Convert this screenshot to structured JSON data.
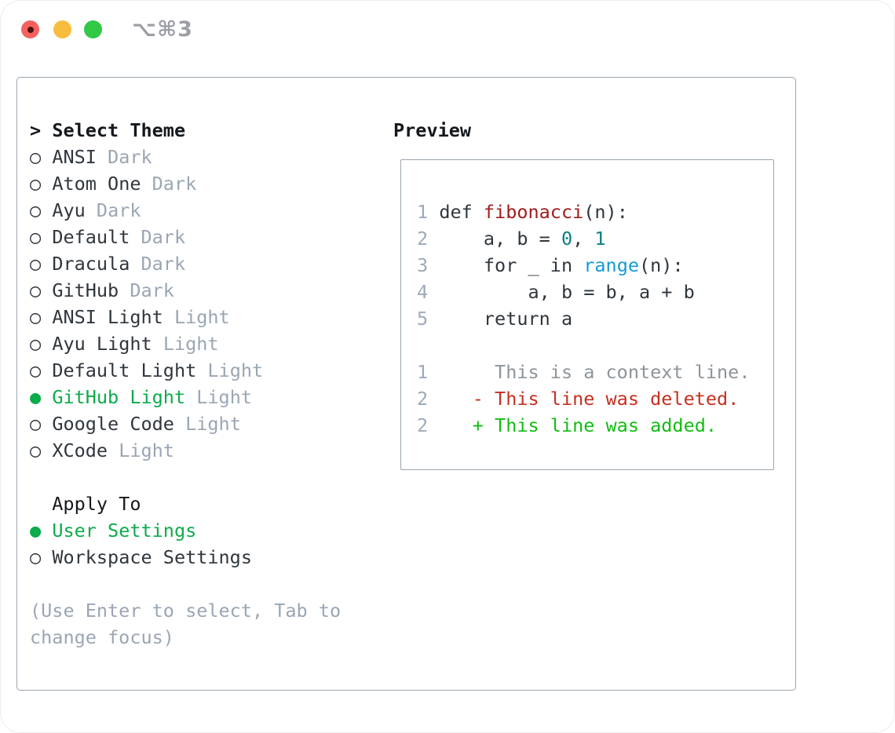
{
  "window": {
    "shortcut_label": "⌥⌘3"
  },
  "icons": {
    "radio_selected": "●",
    "radio_unselected": "○",
    "prompt_arrow": ">"
  },
  "theme_picker": {
    "title": "Select Theme",
    "items": [
      {
        "name": "ANSI",
        "tag": "Dark",
        "selected": false
      },
      {
        "name": "Atom One",
        "tag": "Dark",
        "selected": false
      },
      {
        "name": "Ayu",
        "tag": "Dark",
        "selected": false
      },
      {
        "name": "Default",
        "tag": "Dark",
        "selected": false
      },
      {
        "name": "Dracula",
        "tag": "Dark",
        "selected": false
      },
      {
        "name": "GitHub",
        "tag": "Dark",
        "selected": false
      },
      {
        "name": "ANSI Light",
        "tag": "Light",
        "selected": false
      },
      {
        "name": "Ayu Light",
        "tag": "Light",
        "selected": false
      },
      {
        "name": "Default Light",
        "tag": "Light",
        "selected": false
      },
      {
        "name": "GitHub Light",
        "tag": "Light",
        "selected": true
      },
      {
        "name": "Google Code",
        "tag": "Light",
        "selected": false
      },
      {
        "name": "XCode",
        "tag": "Light",
        "selected": false
      }
    ],
    "apply_to": {
      "title": "Apply To",
      "options": [
        {
          "name": "User Settings",
          "selected": true
        },
        {
          "name": "Workspace Settings",
          "selected": false
        }
      ]
    },
    "hint_lines": [
      "(Use Enter to select, Tab to",
      "change focus)"
    ]
  },
  "preview": {
    "title": "Preview",
    "code_lines": [
      {
        "num": "1",
        "segments": [
          {
            "t": "def ",
            "c": "code"
          },
          {
            "t": "fibonacci",
            "c": "function"
          },
          {
            "t": "(n):",
            "c": "code"
          }
        ]
      },
      {
        "num": "2",
        "segments": [
          {
            "t": "    a, b = ",
            "c": "code"
          },
          {
            "t": "0",
            "c": "number"
          },
          {
            "t": ", ",
            "c": "code"
          },
          {
            "t": "1",
            "c": "number"
          }
        ]
      },
      {
        "num": "3",
        "segments": [
          {
            "t": "    for _ in ",
            "c": "code"
          },
          {
            "t": "range",
            "c": "builtin"
          },
          {
            "t": "(n):",
            "c": "code"
          }
        ]
      },
      {
        "num": "4",
        "segments": [
          {
            "t": "        a, b = b, a + b",
            "c": "code"
          }
        ]
      },
      {
        "num": "5",
        "segments": [
          {
            "t": "    return a",
            "c": "code"
          }
        ]
      },
      {
        "num": "",
        "segments": []
      },
      {
        "num": "1",
        "segments": [
          {
            "t": "     This is a context line.",
            "c": "context"
          }
        ]
      },
      {
        "num": "2",
        "segments": [
          {
            "t": "   - This line was deleted.",
            "c": "deleted"
          }
        ]
      },
      {
        "num": "2",
        "segments": [
          {
            "t": "   + This line was added.",
            "c": "added"
          }
        ]
      }
    ]
  },
  "colors": {
    "header_black": "#15191d",
    "text_dark": "#2f363d",
    "muted_gray": "#9aa6b4",
    "line_number_gray": "#9daab8",
    "context_gray": "#8d949b",
    "accent_green": "#0cab4b",
    "added_green": "#12bd12",
    "deleted_red": "#c5301f",
    "function_red": "#a31c1c",
    "number_teal": "#0b7d84",
    "builtin_blue": "#149bd4",
    "border_gray": "#9aa4ae",
    "shortcut_gray": "#9b9fa4",
    "light_red": "#f4615e",
    "light_yellow": "#f8bd3e",
    "light_green": "#31c846"
  }
}
